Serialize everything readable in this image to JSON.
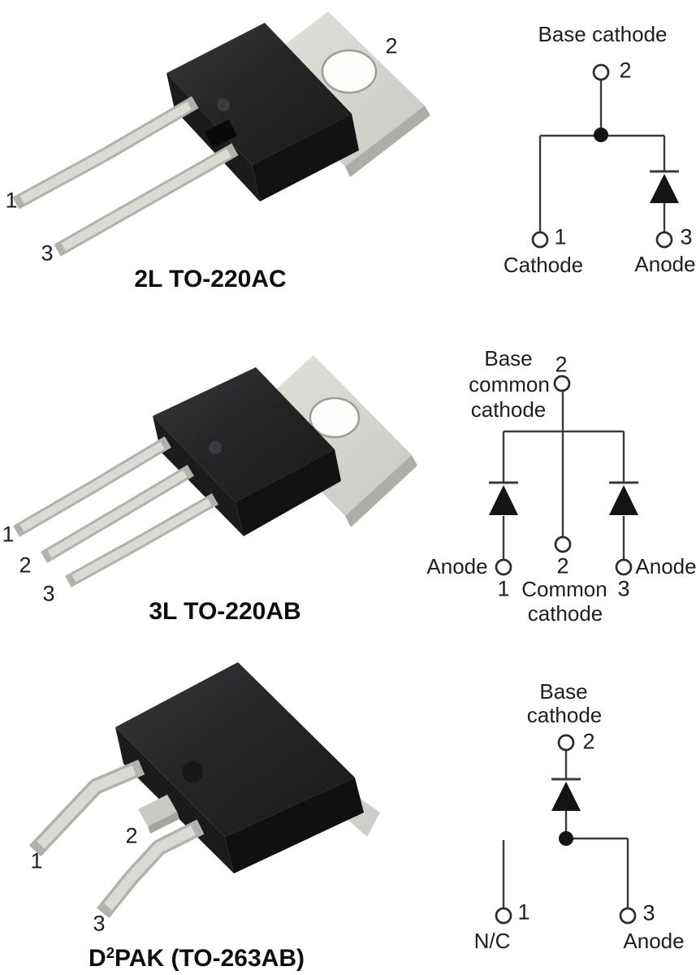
{
  "packages": [
    {
      "caption": "2L TO-220AC",
      "pin1": "1",
      "pin2": "2",
      "pin3": "3"
    },
    {
      "caption": "3L TO-220AB",
      "pin1": "1",
      "pin2": "2",
      "pin3": "3"
    },
    {
      "caption_prefix": "D",
      "caption_sup": "2",
      "caption_rest": "PAK (TO-263AB)",
      "pin1": "1",
      "pin2": "2",
      "pin3": "3"
    }
  ],
  "schematics": [
    {
      "title": "Base cathode",
      "pin2_num": "2",
      "pin1_num": "1",
      "pin1_label": "Cathode",
      "pin3_num": "3",
      "pin3_label": "Anode"
    },
    {
      "title_line1": "Base",
      "title_line2": "common",
      "title_line3": "cathode",
      "pin2_num_top": "2",
      "pin1_label": "Anode",
      "pin1_num": "1",
      "pin2_num_bottom": "2",
      "pin2_label_line1": "Common",
      "pin2_label_line2": "cathode",
      "pin3_num": "3",
      "pin3_label": "Anode"
    },
    {
      "title_line1": "Base",
      "title_line2": "cathode",
      "pin2_num": "2",
      "pin1_num": "1",
      "pin1_label": "N/C",
      "pin3_num": "3",
      "pin3_label": "Anode"
    }
  ],
  "colors": {
    "schematic_line": "#3a3a3a",
    "schematic_fill": "#141414",
    "label_text": "#1d1d26",
    "caption_text": "#0d0d12",
    "package_body": "#242427",
    "metal": "#d7d7d2"
  }
}
